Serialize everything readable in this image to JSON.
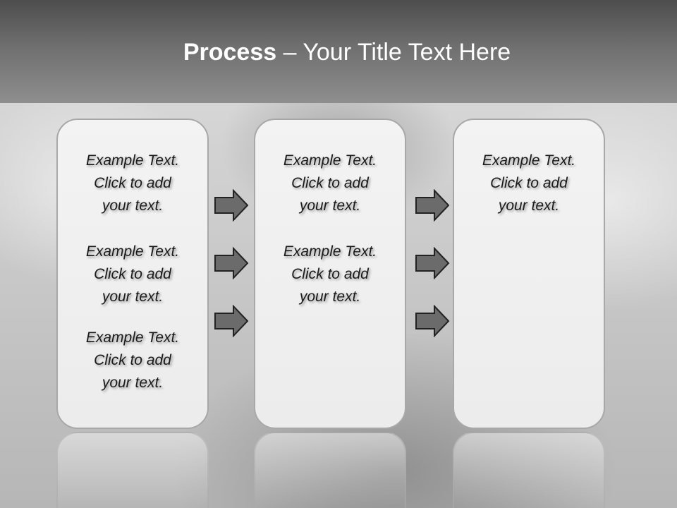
{
  "title": {
    "bold": "Process",
    "rest": "  – Your Title Text Here"
  },
  "panels": [
    {
      "blocks": [
        {
          "line1": "Example Text.",
          "line2": "Click  to add",
          "line3": "your text."
        },
        {
          "line1": "Example Text.",
          "line2": "Click  to add",
          "line3": "your text."
        },
        {
          "line1": "Example Text.",
          "line2": "Click  to add",
          "line3": "your text."
        }
      ]
    },
    {
      "blocks": [
        {
          "line1": "Example Text.",
          "line2": "Click  to add",
          "line3": "your text."
        },
        {
          "line1": "Example Text.",
          "line2": "Click  to add",
          "line3": "your text."
        }
      ]
    },
    {
      "blocks": [
        {
          "line1": "Example Text.",
          "line2": "Click  to add",
          "line3": "your text."
        }
      ]
    }
  ],
  "arrow_icon": "right-arrow-icon",
  "colors": {
    "arrow_fill": "#6b6b6b",
    "arrow_stroke": "#222222",
    "panel_border": "#a8a8a8"
  }
}
